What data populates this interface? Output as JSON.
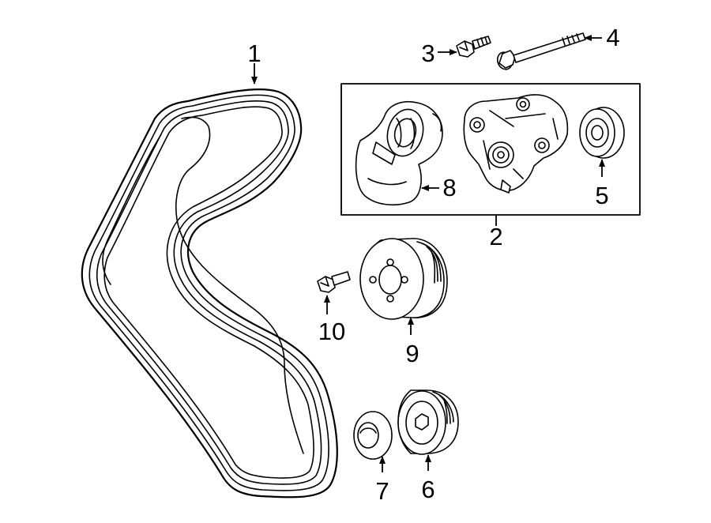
{
  "callouts": {
    "p1": "1",
    "p2": "2",
    "p3": "3",
    "p4": "4",
    "p5": "5",
    "p6": "6",
    "p7": "7",
    "p8": "8",
    "p9": "9",
    "p10": "10"
  },
  "colors": {
    "line": "#000000",
    "background": "#ffffff"
  }
}
